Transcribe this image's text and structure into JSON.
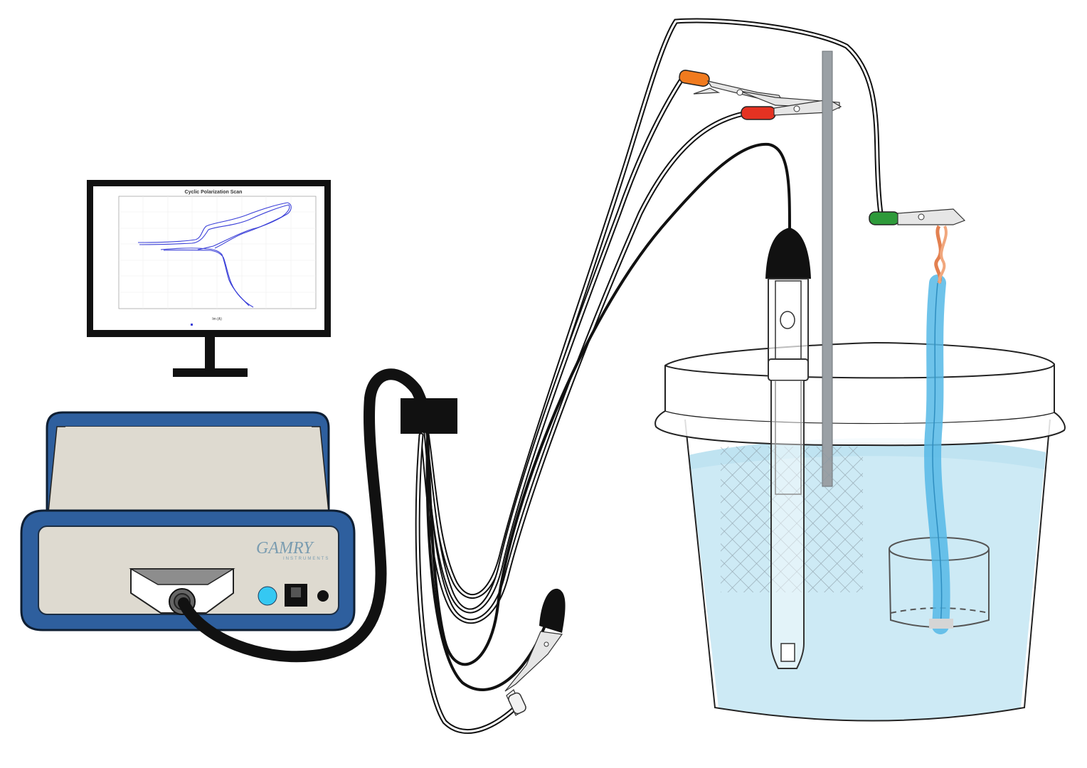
{
  "monitor": {
    "screen_title": "Cyclic Polarization Scan",
    "y_axis_label": "",
    "x_axis_label": "Im (A)",
    "legend_text": "",
    "y_ticks": [],
    "x_ticks": []
  },
  "potentiostat": {
    "brand": "GAMRY",
    "brand_sub": "INSTRUMENTS"
  },
  "colors": {
    "device_blue": "#2e5f9e",
    "device_body": "#dedad0",
    "water": "#cdeaf5",
    "clip_orange": "#f07a1e",
    "clip_red": "#e53222",
    "clip_green": "#2e9a3a",
    "wire_blue": "#55b8e6",
    "led_blue": "#35c8f2",
    "curve_blue": "#3a3fd8"
  }
}
